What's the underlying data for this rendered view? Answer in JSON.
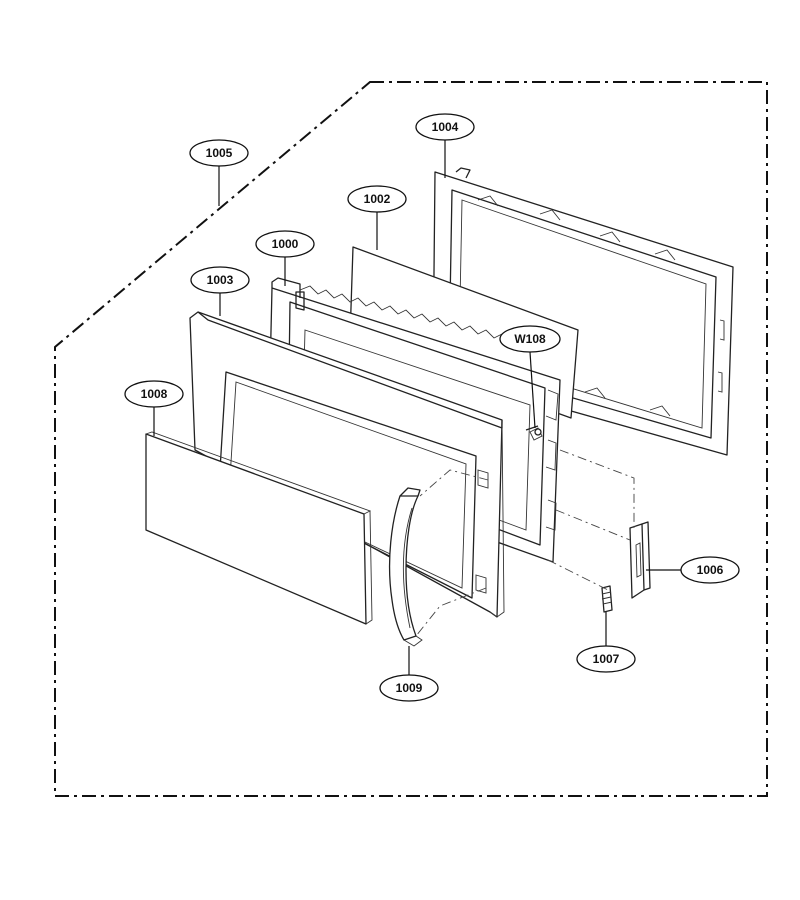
{
  "callouts": {
    "c1000": "1000",
    "c1002": "1002",
    "c1003": "1003",
    "c1004": "1004",
    "c1005": "1005",
    "c1006": "1006",
    "c1007": "1007",
    "c1008": "1008",
    "c1009": "1009",
    "cW108": "W108"
  },
  "colors": {
    "line": "#222222",
    "background": "#ffffff"
  }
}
